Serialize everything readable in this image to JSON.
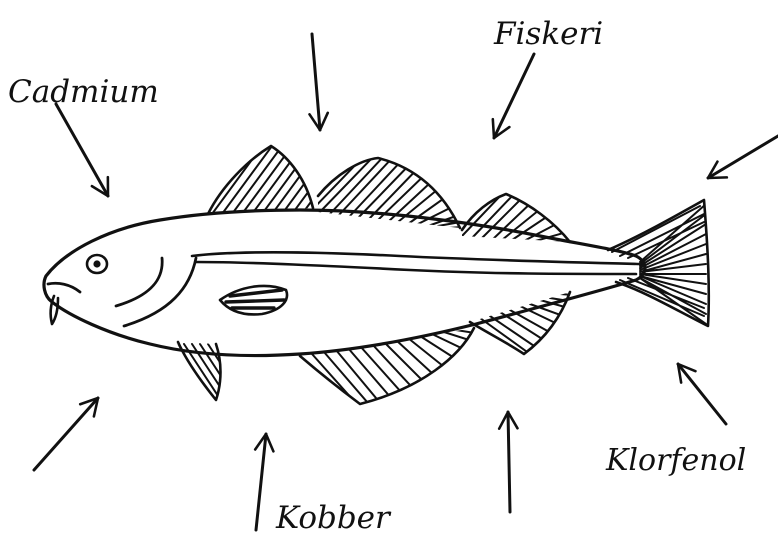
{
  "labels": {
    "cadmium": "Cadmium",
    "fiskeri": "Fiskeri",
    "kobber": "Kobber",
    "klorfenol": "Klorfenol"
  },
  "colors": {
    "ink": "#111111",
    "paper": "#ffffff"
  },
  "icons": [
    "fish-drawing",
    "arrow-icon"
  ]
}
